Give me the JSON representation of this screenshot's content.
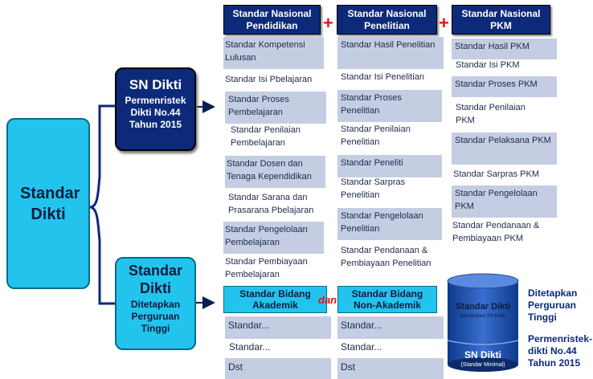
{
  "left_box": {
    "label": "Standar Dikti"
  },
  "sn_dikti_box": {
    "title": "SN Dikti",
    "sub": "Permenristek Dikti No.44 Tahun 2015"
  },
  "standar_dikti_box": {
    "title": "Standar Dikti",
    "sub": "Ditetapkan Perguruan Tinggi"
  },
  "columns": {
    "pendidikan": {
      "header": "Standar Nasional Pendidikan",
      "items": [
        "Standar Kompetensi Lulusan",
        "Standar Isi Pbelajaran",
        "Standar Proses Pembelajaran",
        "Standar Penilaian Pembelajaran",
        "Standar Dosen dan Tenaga Kependidikan",
        "Standar Sarana dan Prasarana Pbelajaran",
        "Standar Pengelolaan Pembelajaran",
        "Standar Pembiayaan Pembelajaran"
      ]
    },
    "penelitian": {
      "header": "Standar Nasional Penelitian",
      "items": [
        "Standar Hasil Penelitian",
        "Standar Isi Penelitian",
        "Standar Proses Penelitian",
        "Standar Penilaian Penelitian",
        "Standar Peneliti",
        "Standar Sarpras Penelitian",
        "Standar Pengelolaan Penelitian",
        "Standar Pendanaan & Pembiayaan Penelitian"
      ]
    },
    "pkm": {
      "header": "Standar Nasional PKM",
      "items": [
        "Standar Hasil PKM",
        "Standar Isi PKM",
        "Standar Proses PKM",
        "Standar Penilaian PKM",
        "Standar Pelaksana PKM",
        "Standar Sarpras PKM",
        "Standar Pengelolaan PKM",
        "Standar Pendanaan & Pembiayaan PKM"
      ]
    }
  },
  "plus_symbols": [
    "+",
    "+"
  ],
  "bidang": {
    "akademik": {
      "header": "Standar Bidang Akademik",
      "items": [
        "Standar...",
        "Standar...",
        "Dst"
      ]
    },
    "dan": "dan",
    "non_akademik": {
      "header": "Standar Bidang Non-Akademik",
      "items": [
        "Standar...",
        "Standar...",
        "Dst"
      ]
    }
  },
  "cylinder": {
    "top_title": "Standar Dikti",
    "top_sub": "(Melampaui SN Dikti)",
    "bottom_title": "SN Dikti",
    "bottom_sub": "(Standar Minimal)"
  },
  "side_notes": {
    "ditetapkan": "Ditetapkan Perguruan Tinggi",
    "permen": "Permenristek-dikti No.44 Tahun 2015"
  },
  "colors": {
    "navy": "#0d2a7a",
    "cyan": "#22c4ee",
    "shade": "#c5cde3",
    "plus": "#e2161b",
    "dan": "#e2161b"
  }
}
